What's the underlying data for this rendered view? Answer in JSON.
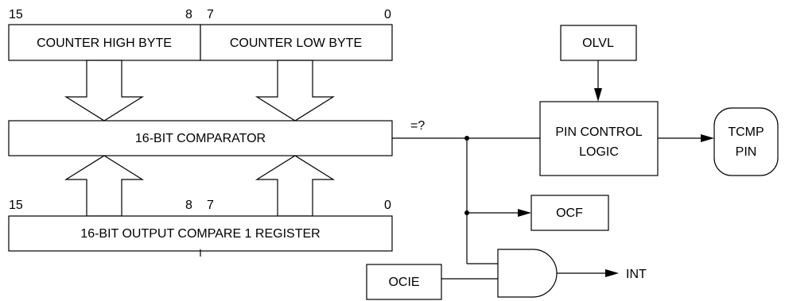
{
  "counter_register": {
    "high_bits_label": "15",
    "high_mid_label": "8",
    "low_mid_label": "7",
    "low_bits_label": "0",
    "high_byte": "COUNTER HIGH BYTE",
    "low_byte": "COUNTER LOW BYTE"
  },
  "comparator": {
    "label": "16-BIT COMPARATOR",
    "output_label": "=?"
  },
  "compare_register": {
    "high_bits_label": "15",
    "high_mid_label": "8",
    "low_mid_label": "7",
    "low_bits_label": "0",
    "label": "16-BIT OUTPUT COMPARE 1 REGISTER"
  },
  "olvl": {
    "label": "OLVL"
  },
  "pin_control": {
    "line1": "PIN CONTROL",
    "line2": "LOGIC"
  },
  "tcmp": {
    "line1": "TCMP",
    "line2": "PIN"
  },
  "ocf": {
    "label": "OCF"
  },
  "ocie": {
    "label": "OCIE"
  },
  "interrupt": {
    "label": "INT"
  }
}
